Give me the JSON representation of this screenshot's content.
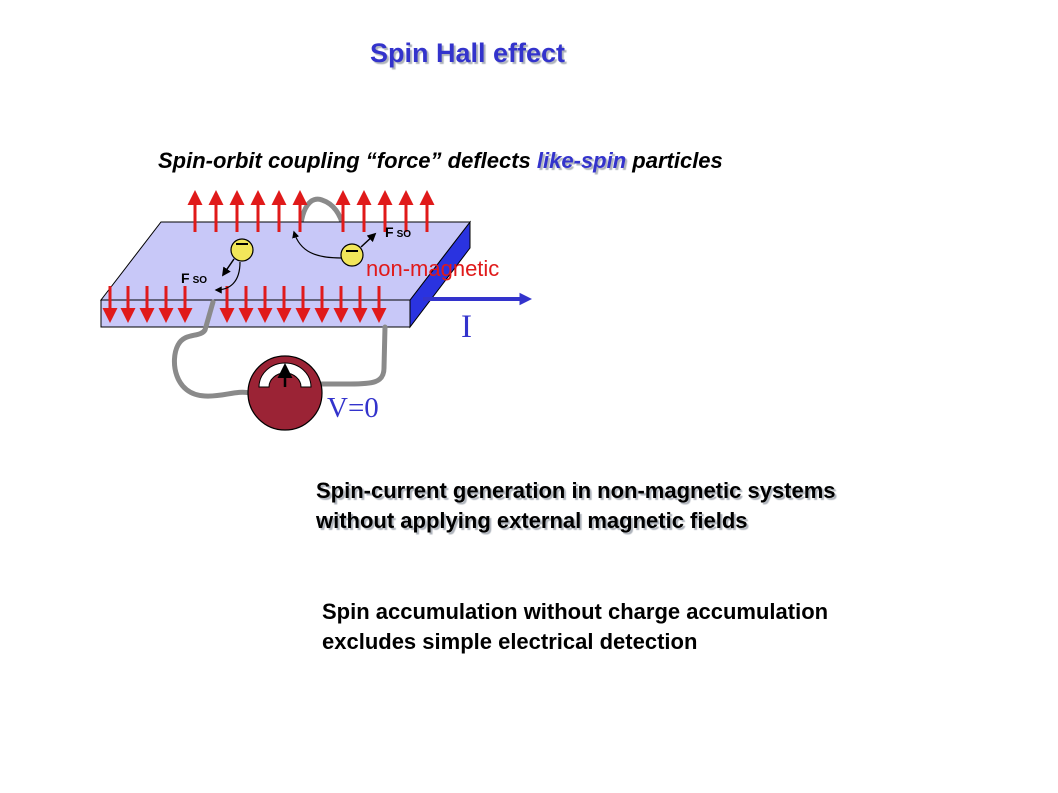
{
  "title": "Spin Hall effect",
  "subtitle": {
    "prefix": "Spin-orbit coupling “force”  deflects ",
    "highlight": "like-spin",
    "suffix": " particles"
  },
  "diagram": {
    "force_label_main": "F",
    "force_label_sub": "SO",
    "electron_symbol": "–",
    "material_label": "non-magnetic",
    "current_label": "I",
    "voltage_label": "V=0"
  },
  "block1": {
    "line1": "Spin-current generation in non-magnetic systems",
    "line2": "without applying external magnetic fields"
  },
  "block2": {
    "line1": "Spin accumulation without charge accumulation",
    "line2": "excludes simple electrical detection"
  },
  "colors": {
    "title": "#3333cc",
    "slab_top": "#c8c8f8",
    "slab_side": "#2a33e0",
    "spin_arrow": "#e01a1a",
    "meter": "#9b2335",
    "wire": "#8a8a8a",
    "electron": "#f2e65a"
  }
}
